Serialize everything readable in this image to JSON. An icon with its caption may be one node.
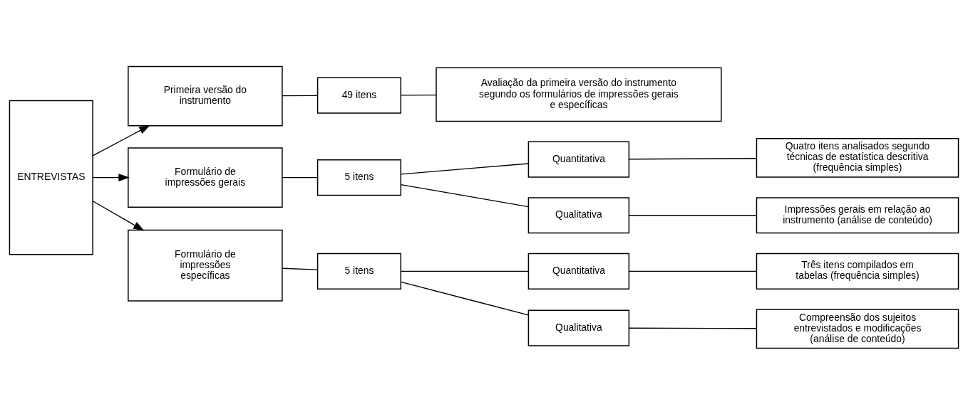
{
  "diagram": {
    "nodes": [
      {
        "text": [
          "ENTREVISTAS"
        ]
      },
      {
        "text": [
          "Primeira versão do instrumento"
        ]
      },
      {
        "text": [
          "49 itens"
        ]
      },
      {
        "text": [
          "Avaliação da primeira versão do instrumento segundo os formulários de impressões gerais e específicas"
        ]
      },
      {
        "text": [
          "Formulário de impressões gerais"
        ]
      },
      {
        "text": [
          "5 itens"
        ]
      },
      {
        "text": [
          "Quantitativa"
        ]
      },
      {
        "text": [
          "Quatro itens analisados segundo técnicas de estatística descritiva (frequência simples)"
        ]
      },
      {
        "text": [
          "Qualitativa"
        ]
      },
      {
        "text": [
          "Impressões gerais em relação ao instrumento (análise de conteúdo)"
        ]
      },
      {
        "text": [
          "Formulário de impressões específicas"
        ]
      },
      {
        "text": [
          "5 itens"
        ]
      },
      {
        "text": [
          "Quantitativa"
        ]
      },
      {
        "text": [
          "Três itens compilados em tabelas (frequência simples)"
        ]
      },
      {
        "text": [
          "Qualitativa"
        ]
      },
      {
        "text": [
          "Compreensão dos sujeitos entrevistados e modificações (análise de conteúdo)"
        ]
      }
    ],
    "edges": [
      {
        "from": 0,
        "to": 1,
        "arrow": "to"
      },
      {
        "from": 0,
        "to": 4,
        "arrow": "to"
      },
      {
        "from": 0,
        "to": 10,
        "arrow": "to"
      },
      {
        "from": 1,
        "to": 2,
        "arrow": "none"
      },
      {
        "from": 2,
        "to": 3,
        "arrow": "none"
      },
      {
        "from": 4,
        "to": 5,
        "arrow": "none"
      },
      {
        "from": 5,
        "to": 6,
        "arrow": "none"
      },
      {
        "from": 6,
        "to": 7,
        "arrow": "none"
      },
      {
        "from": 5,
        "to": 8,
        "arrow": "none"
      },
      {
        "from": 8,
        "to": 9,
        "arrow": "none"
      },
      {
        "from": 10,
        "to": 11,
        "arrow": "none"
      },
      {
        "from": 11,
        "to": 12,
        "arrow": "none"
      },
      {
        "from": 12,
        "to": 13,
        "arrow": "none"
      },
      {
        "from": 11,
        "to": 14,
        "arrow": "none"
      },
      {
        "from": 14,
        "to": 15,
        "arrow": "none"
      }
    ]
  }
}
